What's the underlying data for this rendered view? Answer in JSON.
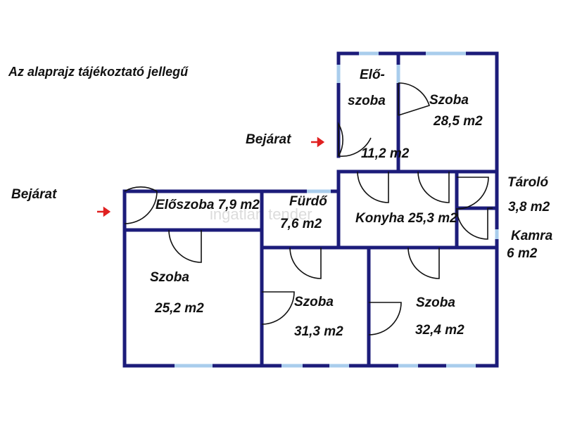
{
  "note": "Az alaprajz tájékoztató jellegű",
  "watermark": "ingatlan tender",
  "entrances": {
    "upper": "Bejárat",
    "lower": "Bejárat"
  },
  "rooms": {
    "eloszoba_top_1": "Elő-",
    "eloszoba_top_2": "szoba",
    "eloszoba_top_area": "11,2 m2",
    "szoba_ne_name": "Szoba",
    "szoba_ne_area": "28,5 m2",
    "taroló_name": "Tároló",
    "taroló_area": "3,8 m2",
    "kamra_name": "Kamra",
    "kamra_area": "6 m2",
    "eloszoba_left": "Előszoba 7,9 m2",
    "furdo_name": "Fürdő",
    "furdo_area": "7,6 m2",
    "konyha": "Konyha 25,3 m2",
    "szoba_w_name": "Szoba",
    "szoba_w_area": "25,2 m2",
    "szoba_m_name": "Szoba",
    "szoba_m_area": "31,3 m2",
    "szoba_e_name": "Szoba",
    "szoba_e_area": "32,4 m2"
  },
  "colors": {
    "wall": "#1c1c7a",
    "window": "#a9cdec",
    "arrow": "#e02020"
  }
}
